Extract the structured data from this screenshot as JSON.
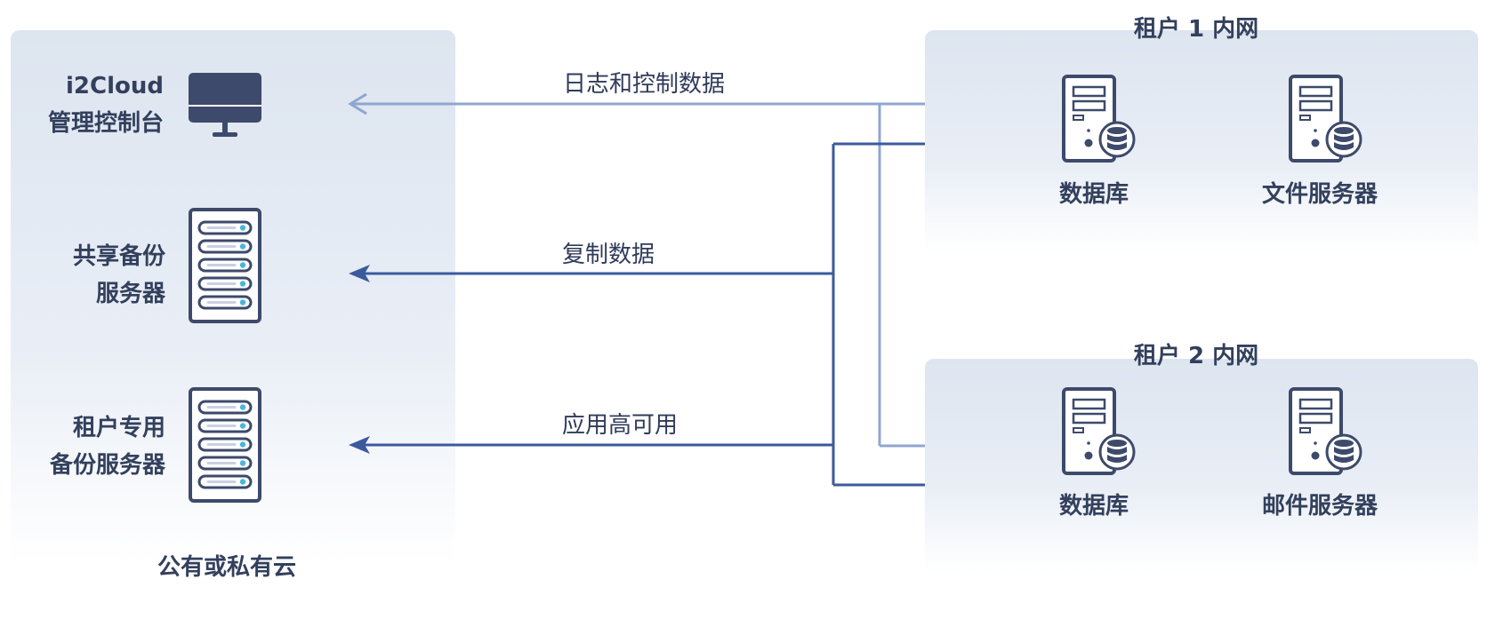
{
  "cloud": {
    "title": "公有或私有云",
    "console": {
      "line1": "i2Cloud",
      "line2": "管理控制台",
      "icon": "monitor-icon"
    },
    "shared_backup": {
      "line1": "共享备份",
      "line2": "服务器",
      "icon": "rack-server-icon"
    },
    "dedicated_backup": {
      "line1": "租户专用",
      "line2": "备份服务器",
      "icon": "rack-server-icon"
    }
  },
  "tenant1": {
    "title": "租户 1 内网",
    "servers": [
      {
        "label": "数据库",
        "icon": "database-server-icon"
      },
      {
        "label": "文件服务器",
        "icon": "database-server-icon"
      }
    ]
  },
  "tenant2": {
    "title": "租户 2 内网",
    "servers": [
      {
        "label": "数据库",
        "icon": "database-server-icon"
      },
      {
        "label": "邮件服务器",
        "icon": "database-server-icon"
      }
    ]
  },
  "flows": {
    "logs": "日志和控制数据",
    "replication": "复制数据",
    "ha": "应用高可用"
  },
  "colors": {
    "light_line": "#8fa6cf",
    "dark_line": "#3b5a9e",
    "icon_dark": "#3d4a6b",
    "accent": "#4ab6dc"
  }
}
